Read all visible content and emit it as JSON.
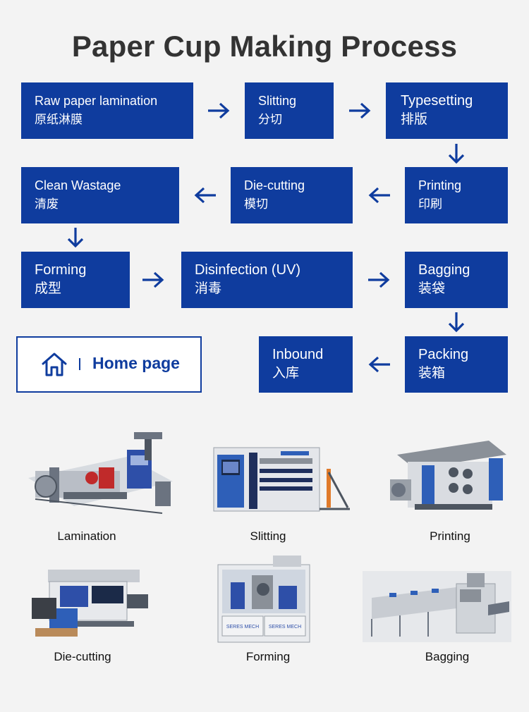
{
  "title": "Paper Cup Making Process",
  "colors": {
    "step_bg": "#0f3c9e",
    "arrow": "#0f3c9e",
    "page_bg": "#f3f3f3"
  },
  "steps": {
    "raw_paper_lamination": {
      "en": "Raw paper lamination",
      "cn": "原纸淋膜"
    },
    "slitting": {
      "en": "Slitting",
      "cn": "分切"
    },
    "typesetting": {
      "en": "Typesetting",
      "cn": "排版"
    },
    "printing": {
      "en": "Printing",
      "cn": "印刷"
    },
    "die_cutting": {
      "en": "Die-cutting",
      "cn": "模切"
    },
    "clean_wastage": {
      "en": "Clean Wastage",
      "cn": "清废"
    },
    "forming": {
      "en": "Forming",
      "cn": "成型"
    },
    "disinfection": {
      "en": "Disinfection (UV)",
      "cn": "消毒"
    },
    "bagging": {
      "en": "Bagging",
      "cn": "装袋"
    },
    "packing": {
      "en": "Packing",
      "cn": "装箱"
    },
    "inbound": {
      "en": "Inbound",
      "cn": "入库"
    }
  },
  "home_button": {
    "label": "Home page",
    "icon": "house-icon"
  },
  "gallery": {
    "lamination": "Lamination",
    "slitting": "Slitting",
    "printing": "Printing",
    "die_cutting": "Die-cutting",
    "forming": "Forming",
    "bagging": "Bagging"
  },
  "machine_brand": "SERES MECH"
}
